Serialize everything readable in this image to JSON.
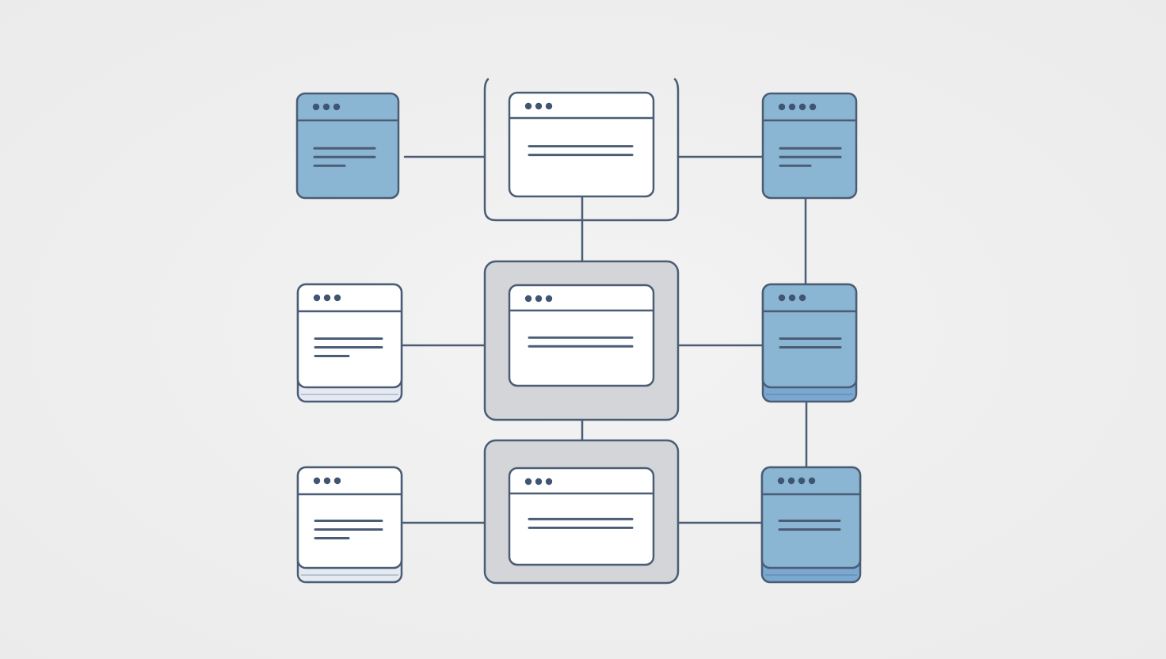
{
  "colors": {
    "background": "#efefef",
    "stroke": "#4a5d75",
    "dot": "#3f5572",
    "window_blue": "#8ab5d3",
    "window_blue_stack": "#7aa8d0",
    "window_white": "#ffffff",
    "window_white_stack": "#e4e9f2",
    "container_gray": "#d4d5d9"
  },
  "icons": {
    "window": "browser-window-icon",
    "dots": "three-dots-icon"
  },
  "nodes": [
    {
      "id": "left-top",
      "style": "blue",
      "dots": 3,
      "text_lines": 3,
      "stacked": false
    },
    {
      "id": "center-top",
      "style": "white",
      "dots": 3,
      "text_lines": 2,
      "stacked": false,
      "container": "bracket"
    },
    {
      "id": "right-top",
      "style": "blue",
      "dots": 4,
      "text_lines": 3,
      "stacked": false
    },
    {
      "id": "left-middle",
      "style": "white",
      "dots": 3,
      "text_lines": 3,
      "stacked": true
    },
    {
      "id": "center-middle",
      "style": "white",
      "dots": 3,
      "text_lines": 2,
      "stacked": false,
      "container": "gray"
    },
    {
      "id": "right-middle",
      "style": "blue",
      "dots": 3,
      "text_lines": 2,
      "stacked": true
    },
    {
      "id": "left-bottom",
      "style": "white",
      "dots": 3,
      "text_lines": 3,
      "stacked": true
    },
    {
      "id": "center-bottom",
      "style": "white",
      "dots": 3,
      "text_lines": 2,
      "stacked": false,
      "container": "gray"
    },
    {
      "id": "right-bottom",
      "style": "blue",
      "dots": 4,
      "text_lines": 2,
      "stacked": true
    }
  ],
  "edges": [
    [
      "left-top",
      "center-top"
    ],
    [
      "center-top",
      "right-top"
    ],
    [
      "center-top",
      "center-middle"
    ],
    [
      "right-top",
      "right-middle"
    ],
    [
      "left-middle",
      "center-middle"
    ],
    [
      "center-middle",
      "right-middle"
    ],
    [
      "center-middle",
      "center-bottom"
    ],
    [
      "right-middle",
      "right-bottom"
    ],
    [
      "left-bottom",
      "center-bottom"
    ],
    [
      "center-bottom",
      "right-bottom"
    ]
  ]
}
